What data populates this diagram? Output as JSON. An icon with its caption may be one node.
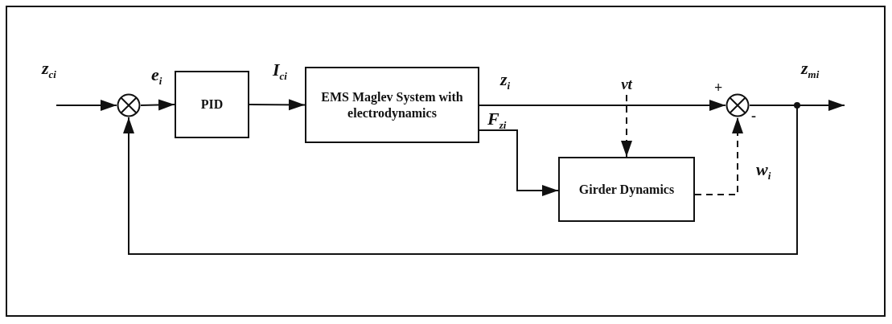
{
  "diagram": {
    "nodes": [
      {
        "text": [],
        "shape": "circle"
      },
      {
        "text": [
          "PID"
        ]
      },
      {
        "text": [
          "EMS Maglev System with electrodynamics"
        ]
      },
      {
        "text": [],
        "shape": "circle"
      },
      {
        "text": [
          "Girder Dynamics"
        ]
      },
      {
        "text": [
          "vt"
        ]
      }
    ],
    "edges": [
      {
        "from": null,
        "to": 0,
        "arrow": "to",
        "label": "z$_{ci}$"
      },
      {
        "from": 0,
        "to": 1,
        "arrow": "to",
        "label": "e$_{i}$"
      },
      {
        "from": 1,
        "to": 2,
        "arrow": "to",
        "label": "I$_{ci}$"
      },
      {
        "from": 2,
        "to": 3,
        "arrow": "to",
        "label": "z$_{i}$"
      },
      {
        "from": 2,
        "to": 4,
        "arrow": "to",
        "label": "F$_{zi}$"
      },
      {
        "from": 5,
        "to": 4,
        "arrow": "to",
        "style": "dashed"
      },
      {
        "from": 4,
        "to": 3,
        "arrow": "to",
        "style": "dashed",
        "label": "w$_{i}$"
      },
      {
        "from": 3,
        "to": null,
        "arrow": "to",
        "label": "z$_{mi}$"
      },
      {
        "from": 3,
        "to": 0,
        "arrow": "to"
      }
    ],
    "labels": [
      "+",
      "-"
    ]
  }
}
